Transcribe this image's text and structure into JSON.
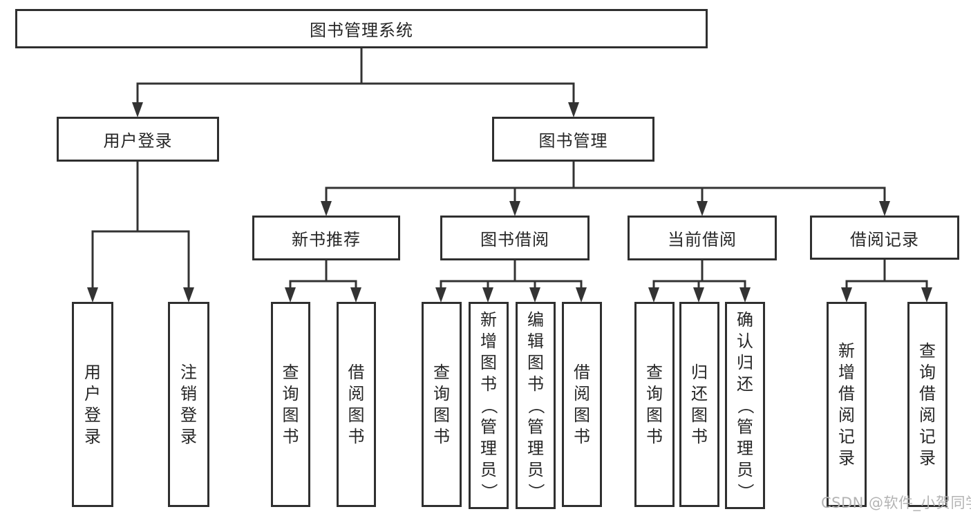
{
  "title": "图书管理系统",
  "watermark": "CSDN @软件_小贺同学",
  "colors": {
    "line": "#333333",
    "box_border": "#2f2f2f",
    "text": "#262626",
    "background": "#ffffff",
    "watermark": "#b3b3b3"
  },
  "nodes": {
    "root": "图书管理系统",
    "user_login": "用户登录",
    "book_management": "图书管理",
    "new_book_recommend": "新书推荐",
    "book_borrow": "图书借阅",
    "current_borrow": "当前借阅",
    "borrow_record": "借阅记录"
  },
  "leaves": {
    "user_login": [
      "用户登录",
      "注销登录"
    ],
    "new_book_recommend": [
      "查询图书",
      "借阅图书"
    ],
    "book_borrow": [
      "查询图书",
      "新增图书（管理员）",
      "编辑图书（管理员）",
      "借阅图书"
    ],
    "current_borrow": [
      "查询图书",
      "归还图书",
      "确认归还（管理员）"
    ],
    "borrow_record": [
      "新增借阅记录",
      "查询借阅记录"
    ]
  }
}
